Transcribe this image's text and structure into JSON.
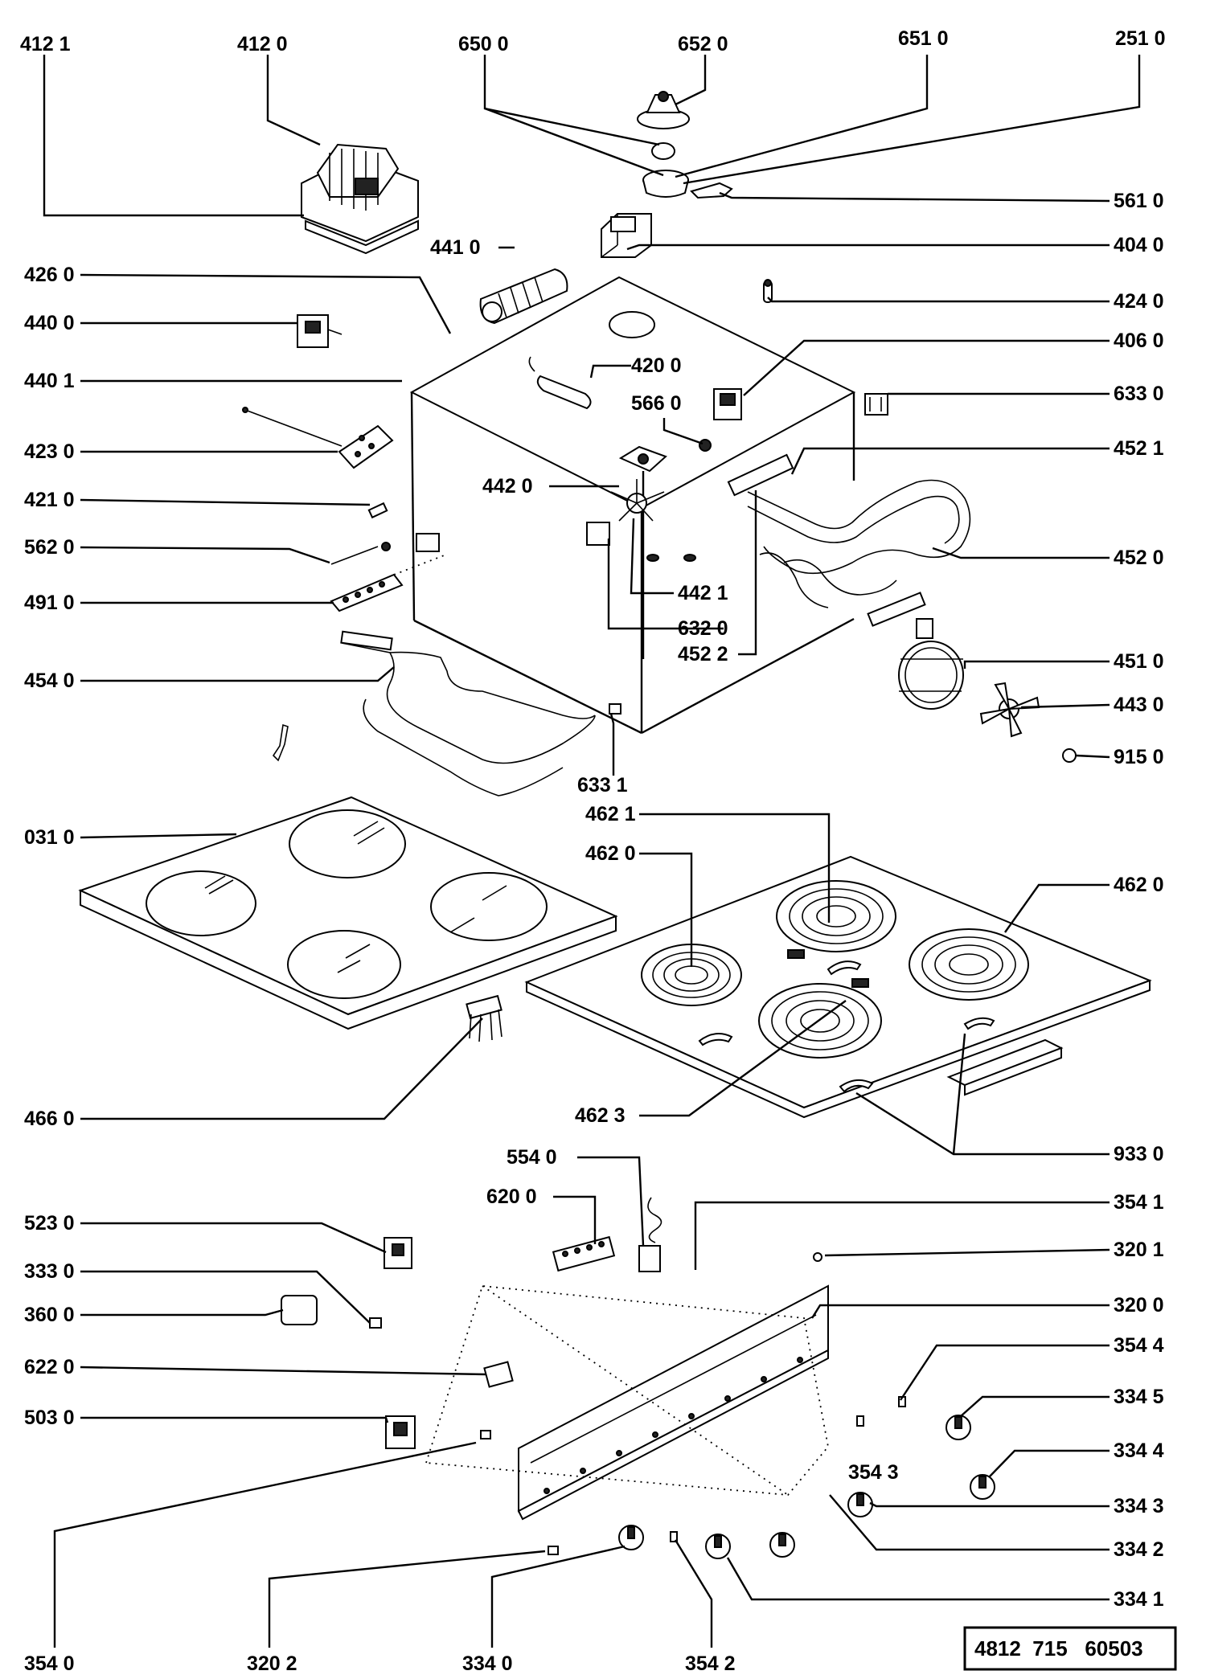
{
  "document_ref": "4812  715   60503",
  "labels": [
    "412 1",
    "412  0",
    "650 0",
    "652  0",
    "651  0",
    "251 0",
    "561 0",
    "404 0",
    "441 0",
    "426 0",
    "424 0",
    "440 0",
    "420 0",
    "406 0",
    "440 1",
    "566  0",
    "633 0",
    "423 0",
    "452 1",
    "442 0",
    "421 0",
    "562 0",
    "452 0",
    "491 0",
    "442 1",
    "632 0",
    "452 2",
    "454 0",
    "451 0",
    "443 0",
    "915 0",
    "633 1",
    "462 1",
    "031 0",
    "462 0",
    "462 0",
    "466 0",
    "462 3",
    "933 0",
    "554 0",
    "354 1",
    "620 0",
    "523 0",
    "320 1",
    "333 0",
    "320 0",
    "360 0",
    "354 4",
    "622 0",
    "334 5",
    "503  0",
    "354  3",
    "334 4",
    "334 3",
    "334 2",
    "334 1",
    "354 0",
    "320  2",
    "334  0",
    "354  2"
  ]
}
